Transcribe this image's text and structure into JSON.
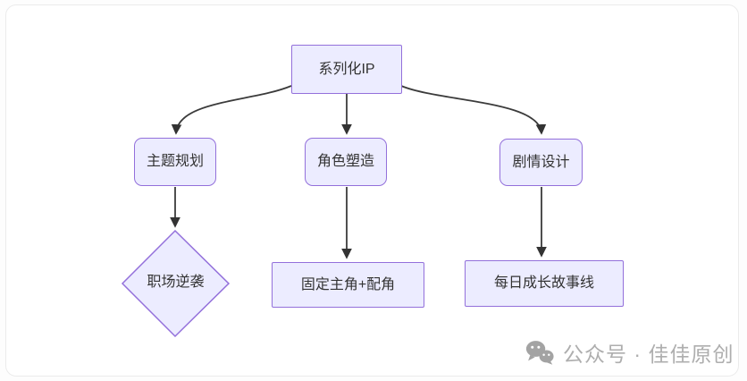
{
  "diagram": {
    "nodes": {
      "root": {
        "label": "系列化IP",
        "shape": "rect"
      },
      "theme": {
        "label": "主题规划",
        "shape": "rounded"
      },
      "character": {
        "label": "角色塑造",
        "shape": "rounded"
      },
      "plot": {
        "label": "剧情设计",
        "shape": "rounded"
      },
      "workplace": {
        "label": "职场逆袭",
        "shape": "diamond"
      },
      "cast": {
        "label": "固定主角+配角",
        "shape": "rect"
      },
      "storyline": {
        "label": "每日成长故事线",
        "shape": "rect"
      }
    },
    "edges": [
      {
        "from": "系列化IP",
        "to": "主题规划"
      },
      {
        "from": "系列化IP",
        "to": "角色塑造"
      },
      {
        "from": "系列化IP",
        "to": "剧情设计"
      },
      {
        "from": "主题规划",
        "to": "职场逆袭"
      },
      {
        "from": "角色塑造",
        "to": "固定主角+配角"
      },
      {
        "from": "剧情设计",
        "to": "每日成长故事线"
      }
    ]
  },
  "watermark": {
    "icon": "wechat-icon",
    "text": "公众号 · 佳佳原创"
  },
  "colors": {
    "node_fill": "#ECECFF",
    "node_border": "#9370DB",
    "edge": "#333333",
    "node_text": "#333333",
    "watermark_text": "#AEAEAE"
  }
}
